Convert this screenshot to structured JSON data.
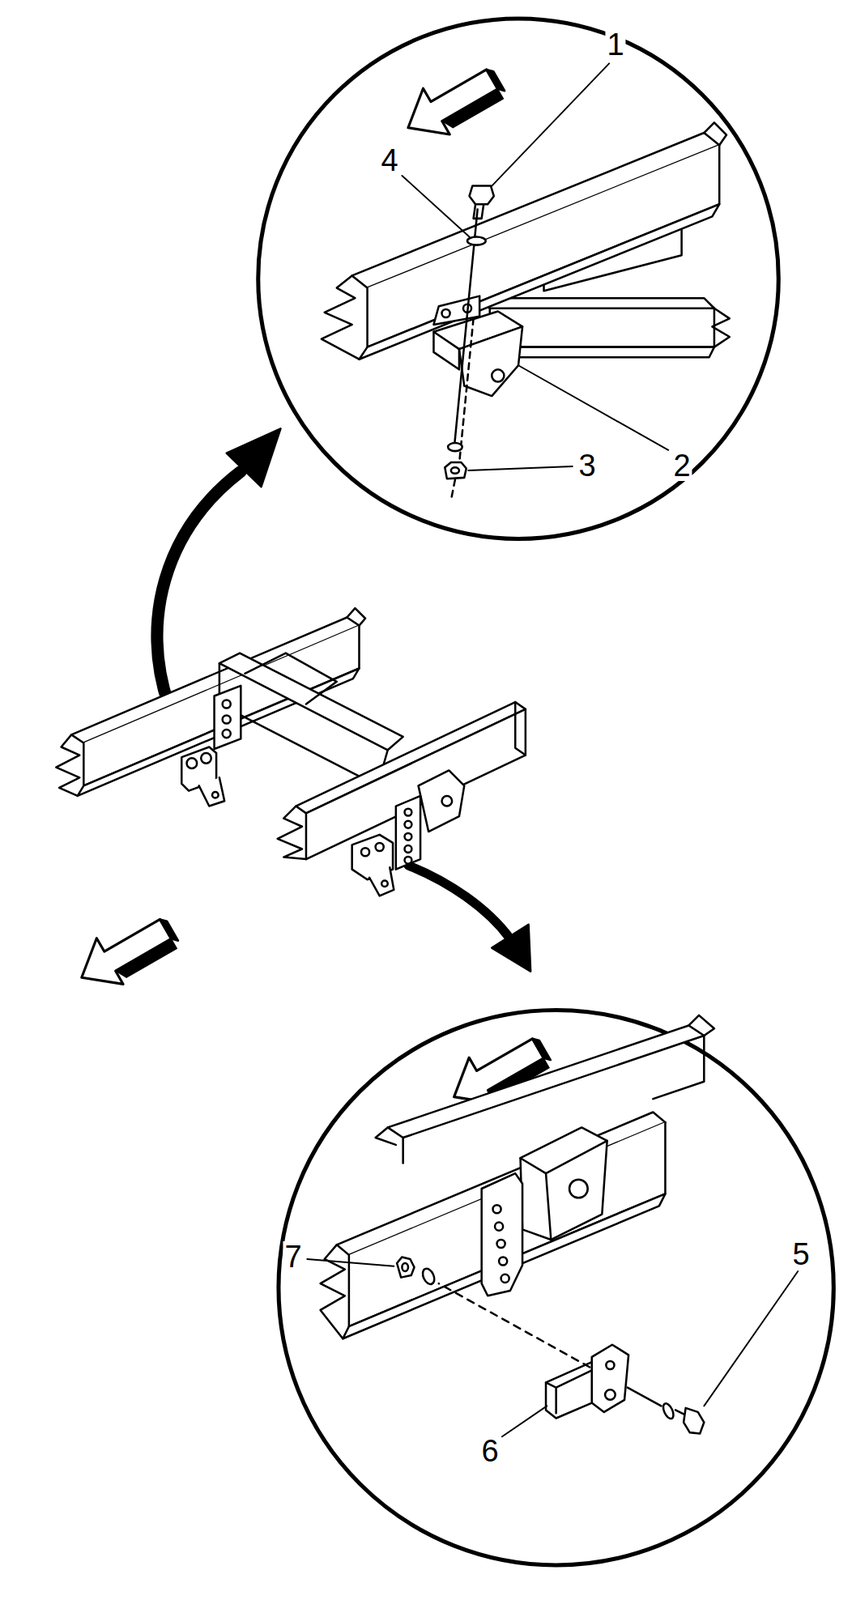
{
  "diagram": {
    "labels": [
      "1",
      "4",
      "3",
      "2",
      "7",
      "5",
      "6"
    ]
  }
}
